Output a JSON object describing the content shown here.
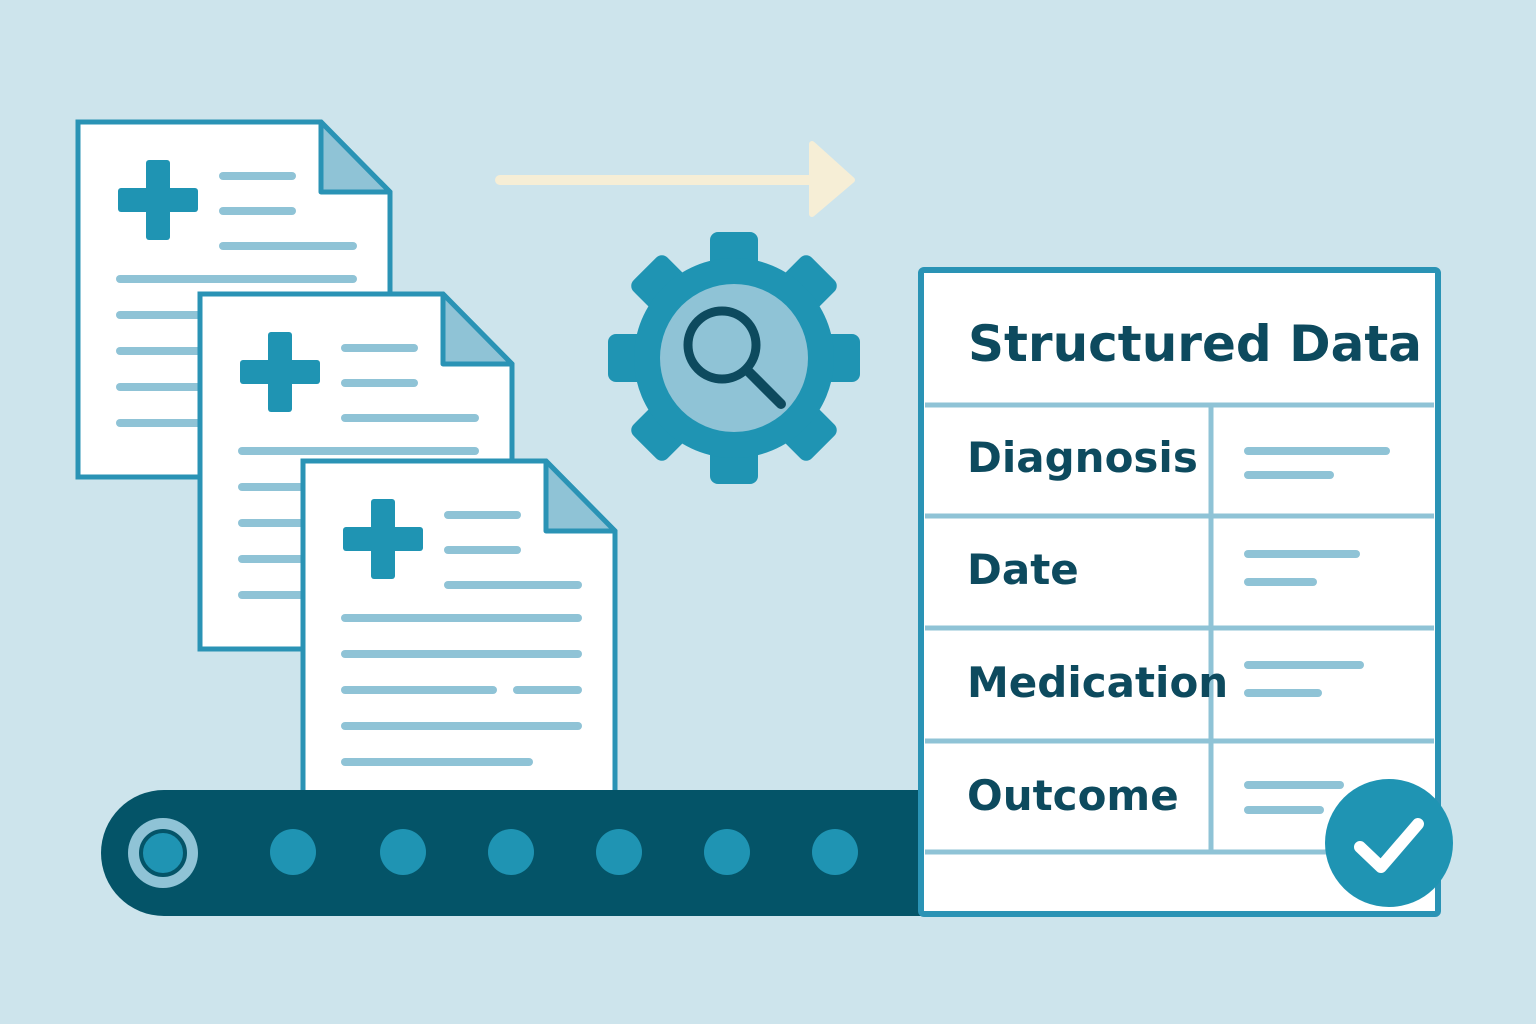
{
  "colors": {
    "background": "#cde4ec",
    "primary": "#1f94b3",
    "dark": "#045468",
    "line_light": "#8fc3d6",
    "outline": "#2a93b5",
    "arrow": "#f6eed6",
    "text": "#0d4a5e"
  },
  "icons": {
    "document": "medical-document-icon",
    "process": "gear-magnifier-icon",
    "done": "checkmark-icon"
  },
  "table": {
    "title": "Structured Data",
    "rows": [
      {
        "label": "Diagnosis"
      },
      {
        "label": "Date"
      },
      {
        "label": "Medication"
      },
      {
        "label": "Outcome"
      }
    ]
  }
}
